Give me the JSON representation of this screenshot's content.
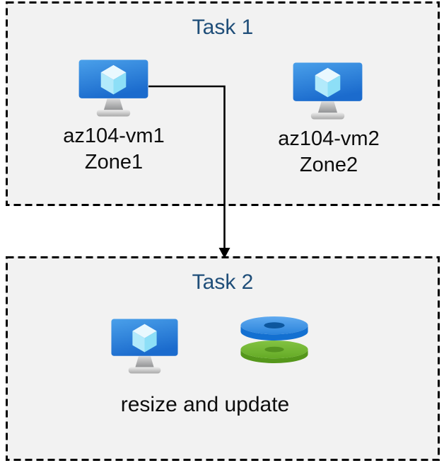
{
  "task1": {
    "title": "Task 1",
    "vms": [
      {
        "name": "az104-vm1",
        "zone": "Zone1"
      },
      {
        "name": "az104-vm2",
        "zone": "Zone2"
      }
    ]
  },
  "task2": {
    "title": "Task 2",
    "caption": "resize and update"
  },
  "icons": {
    "vm": "azure-virtual-machine-icon",
    "disks": "azure-disks-stack-icon"
  },
  "colors": {
    "page_bg": "#ffffff",
    "box_bg": "#f2f2f2",
    "box_border": "#000000",
    "title_color": "#1f4e79",
    "label_color": "#0d0d0d",
    "arrow_color": "#000000",
    "vm_screen_a": "#4aa0ea",
    "vm_screen_b": "#1b6bcd",
    "cube_top": "#e9f8fe",
    "cube_left": "#b2eafb",
    "cube_right": "#8ddff7",
    "stand_a": "#d9d9d9",
    "stand_b": "#8f9092",
    "base_a": "#ececec",
    "base_b": "#a9a9a9",
    "disk_blue_top_a": "#60aaef",
    "disk_blue_top_b": "#2b84dc",
    "disk_blue_side": "#1370d1",
    "disk_blue_hole": "#0d579e",
    "disk_green_top_a": "#83c243",
    "disk_green_top_b": "#65ab26",
    "disk_green_side": "#55971b",
    "disk_green_hole": "#559420"
  }
}
